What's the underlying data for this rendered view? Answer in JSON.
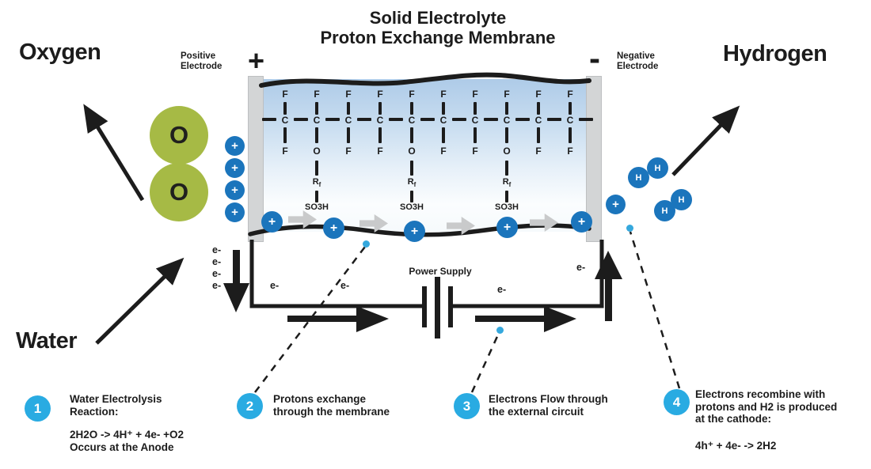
{
  "title": {
    "line1": "Solid Electrolyte",
    "line2": "Proton Exchange Membrane"
  },
  "labels": {
    "oxygen": "Oxygen",
    "hydrogen": "Hydrogen",
    "water": "Water",
    "positive_electrode": {
      "line1": "Positive",
      "line2": "Electrode"
    },
    "negative_electrode": {
      "line1": "Negative",
      "line2": "Electrode"
    },
    "plus_sign": "+",
    "minus_sign": "-",
    "power_supply": "Power Supply",
    "electron": "e-",
    "o_atom": "O",
    "h_atom": "H",
    "proton": "+"
  },
  "membrane": {
    "chain": [
      {
        "top": "F",
        "mid": "C",
        "bottom": "F"
      },
      {
        "top": "F",
        "mid": "C",
        "bottom": "O"
      },
      {
        "top": "F",
        "mid": "C",
        "bottom": "F"
      },
      {
        "top": "F",
        "mid": "C",
        "bottom": "F"
      },
      {
        "top": "F",
        "mid": "C",
        "bottom": "O"
      },
      {
        "top": "F",
        "mid": "C",
        "bottom": "F"
      },
      {
        "top": "F",
        "mid": "C",
        "bottom": "F"
      },
      {
        "top": "F",
        "mid": "C",
        "bottom": "O"
      },
      {
        "top": "F",
        "mid": "C",
        "bottom": "F"
      },
      {
        "top": "F",
        "mid": "C",
        "bottom": "F"
      }
    ],
    "side_groups": [
      {
        "r": "R",
        "r_sub": "f",
        "acid": "SO3H"
      },
      {
        "r": "R",
        "r_sub": "f",
        "acid": "SO3H"
      },
      {
        "r": "R",
        "r_sub": "f",
        "acid": "SO3H"
      }
    ]
  },
  "steps": [
    {
      "num": "1",
      "lines": [
        "Water Electrolysis",
        "Reaction:"
      ],
      "formula": [
        "2H2O -> 4H⁺ + 4e- +O2",
        "Occurs at the Anode"
      ]
    },
    {
      "num": "2",
      "lines": [
        "Protons exchange",
        "through the membrane"
      ]
    },
    {
      "num": "3",
      "lines": [
        "Electrons Flow through",
        "the external circuit"
      ]
    },
    {
      "num": "4",
      "lines": [
        "Electrons recombine with",
        "protons and H2 is produced",
        "at the cathode:"
      ],
      "formula": [
        "4h⁺ + 4e- -> 2H2"
      ]
    }
  ],
  "colors": {
    "proton_blue": "#1b75bc",
    "step_cyan": "#29abe2",
    "oxygen_green": "#a6ba45",
    "dot_blue": "#35a8dd",
    "ink": "#1c1c1c"
  }
}
